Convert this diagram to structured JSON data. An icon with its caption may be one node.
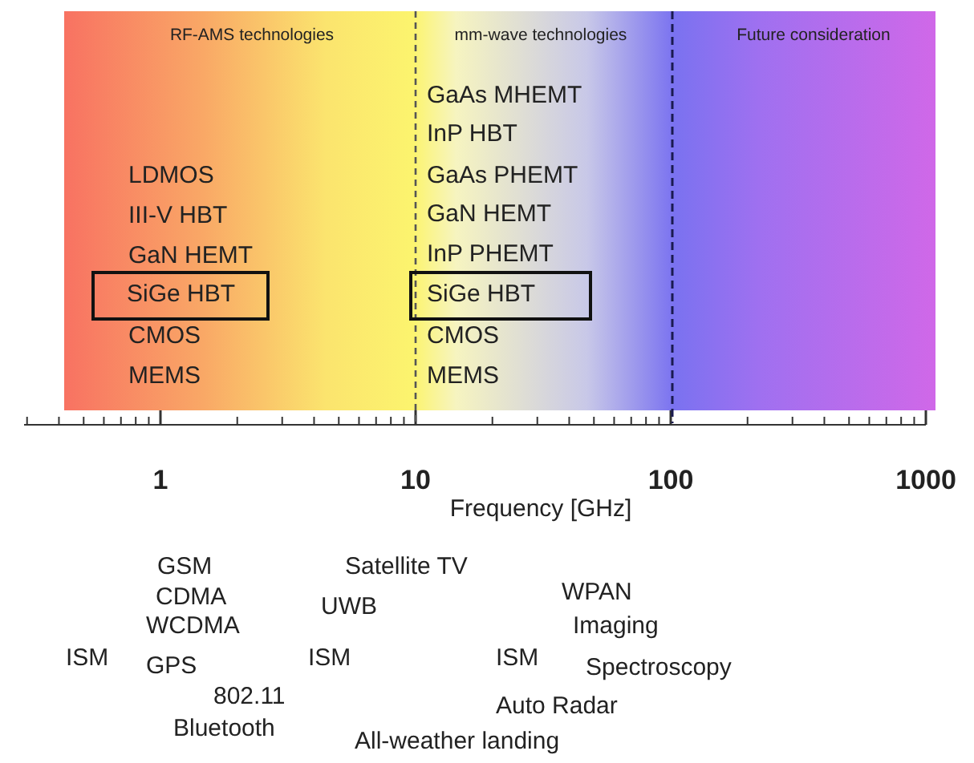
{
  "diagram": {
    "nodes": [
      {
        "text": [
          "SiGe HBT"
        ]
      },
      {
        "text": [
          "SiGe HBT"
        ]
      }
    ],
    "labels": [
      "RF-AMS technologies",
      "mm-wave technologies",
      "Future consideration",
      "GaAs MHEMT",
      "InP HBT",
      "LDMOS",
      "GaAs PHEMT",
      "III-V HBT",
      "GaN HEMT",
      "GaN HEMT",
      "InP PHEMT",
      "CMOS",
      "CMOS",
      "MEMS",
      "MEMS",
      "1",
      "10",
      "100",
      "1000",
      "Frequency [GHz]",
      "GSM",
      "Satellite TV",
      "CDMA",
      "UWB",
      "WPAN",
      "WCDMA",
      "Imaging",
      "ISM",
      "GPS",
      "ISM",
      "ISM",
      "Spectroscopy",
      "802.11",
      "Auto Radar",
      "Bluetooth",
      "All-weather landing"
    ]
  }
}
